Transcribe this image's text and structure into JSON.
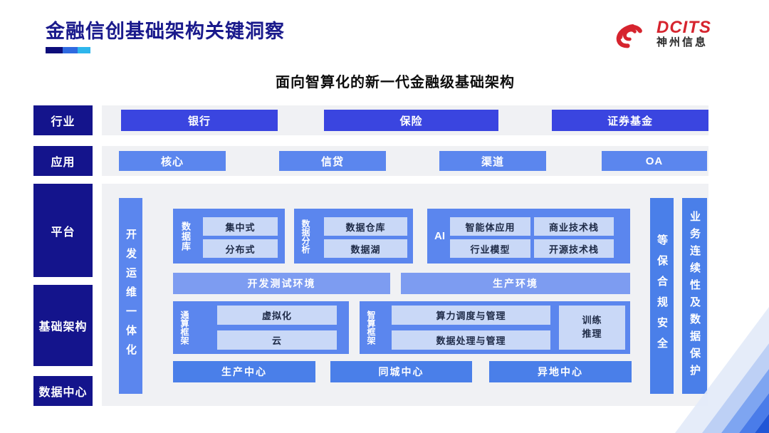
{
  "slide": {
    "title": "金融信创基础架构关键洞察",
    "subtitle": "面向智算化的新一代金融级基础架构",
    "logo": {
      "brand": "DCITS",
      "company": "神州信息"
    }
  },
  "colors": {
    "title_navy": "#1a1a8c",
    "label_navy": "#14148c",
    "industry_blue": "#3a45e0",
    "mid_blue": "#5b86ee",
    "soft_blue": "#7d9cf1",
    "strong_blue": "#4a7fe9",
    "light_box_blue": "#c9d8f7",
    "strip_gray": "#f0f1f4",
    "brand_red": "#d6242e",
    "underline": [
      "#0d0d7a",
      "#2f6ae0",
      "#2eb6ec"
    ]
  },
  "diagram": {
    "industry": {
      "label": "行业",
      "items": [
        "银行",
        "保险",
        "证券基金"
      ]
    },
    "application": {
      "label": "应用",
      "items": [
        "核心",
        "信贷",
        "渠道",
        "OA"
      ]
    },
    "platform_label": "平台",
    "infrastructure_label": "基础架构",
    "datacenter_label": "数据中心",
    "devops_bar": "开发运维一体化",
    "database": {
      "label": "数据库",
      "items": [
        "集中式",
        "分布式"
      ]
    },
    "data_analysis": {
      "label": "数据分析",
      "items": [
        "数据仓库",
        "数据湖"
      ]
    },
    "ai": {
      "label": "AI",
      "items": [
        "智能体应用",
        "商业技术栈",
        "行业模型",
        "开源技术栈"
      ]
    },
    "environments": [
      "开发测试环境",
      "生产环境"
    ],
    "general_compute": {
      "label": "通算框架",
      "items": [
        "虚拟化",
        "云"
      ]
    },
    "intelligent_compute": {
      "label": "智算框架",
      "items": [
        "算力调度与管理",
        "数据处理与管理"
      ],
      "side_item": "训练推理"
    },
    "centers": [
      "生产中心",
      "同城中心",
      "异地中心"
    ],
    "security_bar": "等保合规安全",
    "continuity_bar": "业务连续性及数据保护"
  }
}
